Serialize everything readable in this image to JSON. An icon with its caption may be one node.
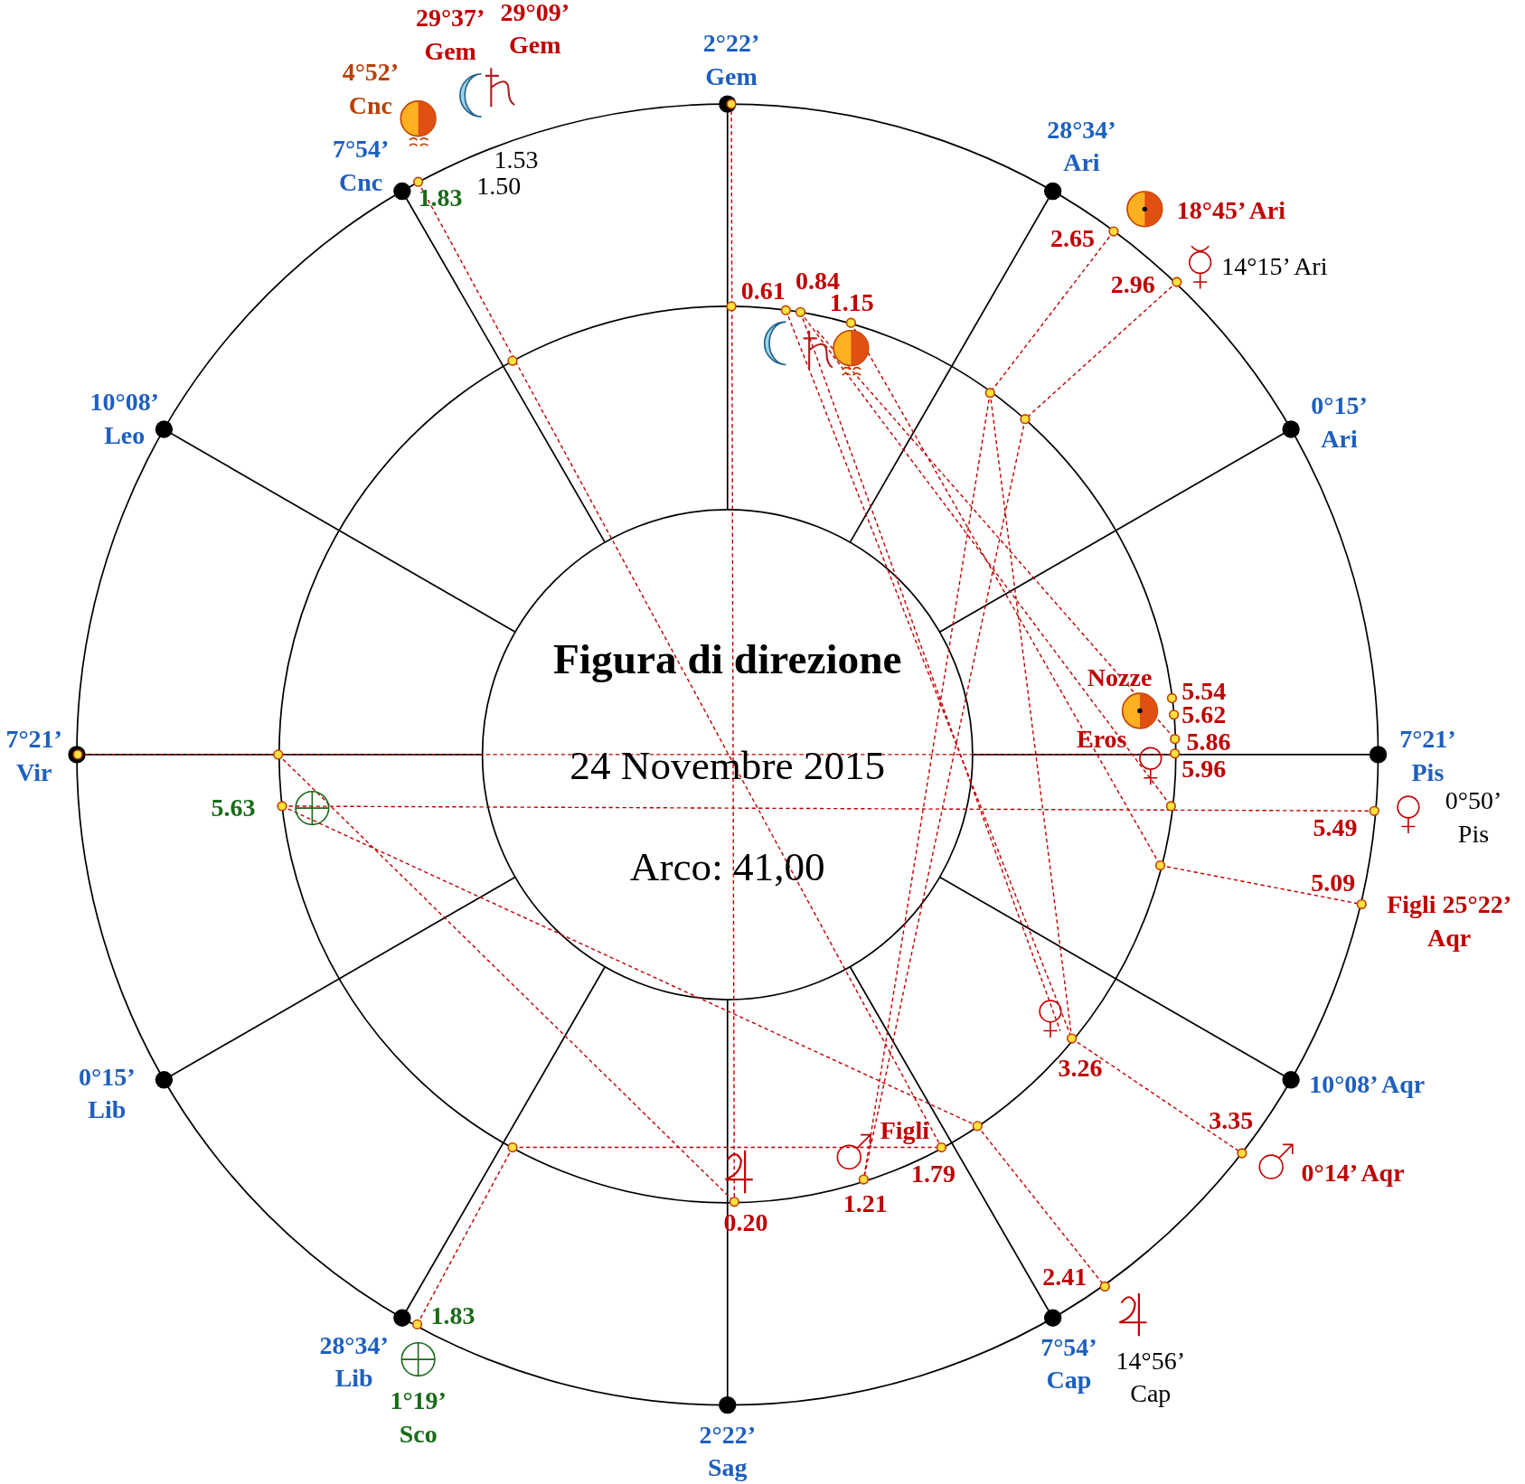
{
  "diagram": {
    "title": "Figura di direzione",
    "labels": [
      "29°37’ Gem",
      "29°09’ Gem",
      "2°22’ Gem",
      "4°52’ Cnc",
      "28°34’ Ari",
      "7°54’ Cnc",
      "1.53",
      "1.50",
      "1.83",
      "18°45’ Ari",
      "2.65",
      "14°15’ Ari",
      "2.96",
      "0.61",
      "0.84",
      "1.15",
      "10°08’ Leo",
      "0°15’ Ari",
      "Nozze",
      "5.54",
      "5.62",
      "Eros",
      "5.86",
      "5.96",
      "7°21’ Vir",
      "7°21’ Pis",
      "24 Novembre 2015",
      "5.63",
      "0°50’ Pis",
      "5.49",
      "Arco: 41,00",
      "5.09",
      "Figli 25°22’ Aqr",
      "3.26",
      "0°15’ Lib",
      "10°08’ Aqr",
      "3.35",
      "Figli",
      "0°14’ Aqr",
      "1.79",
      "1.21",
      "0.20",
      "2.41",
      "1.83",
      "28°34’ Lib",
      "7°54’ Cap",
      "14°56’ Cap",
      "1°19’ Sco",
      "2°22’ Sag"
    ]
  }
}
